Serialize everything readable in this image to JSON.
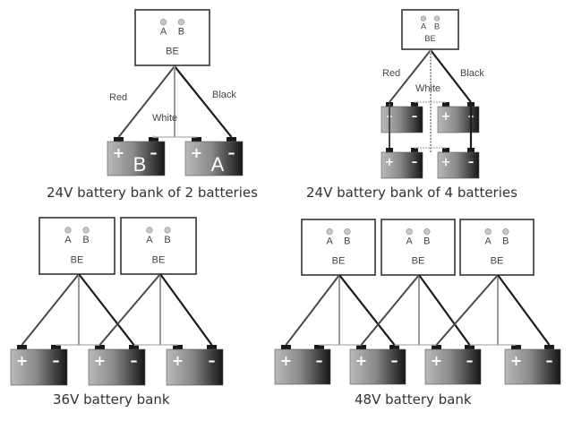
{
  "diagrams": [
    {
      "id": "24v-2",
      "caption": "24V battery bank of 2 batteries",
      "monitor": {
        "terminals": [
          "A",
          "B"
        ],
        "label": "BE"
      },
      "wire_labels": {
        "red": "Red",
        "white": "White",
        "black": "Black"
      },
      "batteries": [
        {
          "letter": "B",
          "pos": "+",
          "neg": "-"
        },
        {
          "letter": "A",
          "pos": "+",
          "neg": "-"
        }
      ]
    },
    {
      "id": "24v-4",
      "caption": "24V battery bank of 4 batteries",
      "monitor": {
        "terminals": [
          "A",
          "B"
        ],
        "label": "BE"
      },
      "wire_labels": {
        "red": "Red",
        "white": "White",
        "black": "Black"
      },
      "batteries_top": [
        {
          "pos": "-",
          "neg": "-"
        },
        {
          "pos": "+",
          "neg": "-"
        }
      ],
      "batteries_bottom": [
        {
          "pos": "+",
          "neg": "-"
        },
        {
          "pos": "+",
          "neg": "-"
        }
      ]
    },
    {
      "id": "36v",
      "caption": "36V battery bank",
      "monitors": [
        {
          "terminals": [
            "A",
            "B"
          ],
          "label": "BE"
        },
        {
          "terminals": [
            "A",
            "B"
          ],
          "label": "BE"
        }
      ],
      "batteries": [
        {
          "pos": "+",
          "neg": "-"
        },
        {
          "pos": "+",
          "neg": "-"
        },
        {
          "pos": "+",
          "neg": "-"
        }
      ]
    },
    {
      "id": "48v",
      "caption": "48V battery bank",
      "monitors": [
        {
          "terminals": [
            "A",
            "B"
          ],
          "label": "BE"
        },
        {
          "terminals": [
            "A",
            "B"
          ],
          "label": "BE"
        },
        {
          "terminals": [
            "A",
            "B"
          ],
          "label": "BE"
        }
      ],
      "batteries": [
        {
          "pos": "+",
          "neg": "-"
        },
        {
          "pos": "+",
          "neg": "-"
        },
        {
          "pos": "+",
          "neg": "-"
        },
        {
          "pos": "+",
          "neg": "-"
        }
      ]
    }
  ],
  "colors": {
    "battery_light": "#b4b4b4",
    "battery_dark": "#1e1e1e",
    "terminal": "#1a1a1a"
  }
}
